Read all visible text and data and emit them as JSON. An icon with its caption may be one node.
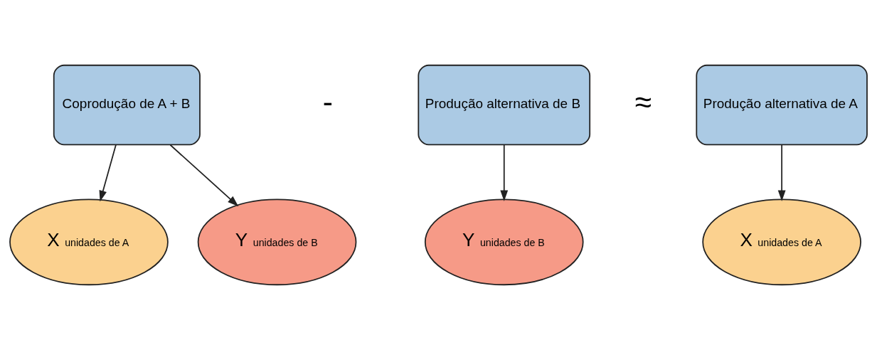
{
  "diagram": {
    "nodes": [
      {
        "text": [
          "Coprodução de A + B"
        ]
      },
      {
        "text": [
          "X",
          "unidades de A"
        ]
      },
      {
        "text": [
          "Y",
          "unidades de B"
        ]
      },
      {
        "text": [
          "Produção alternativa de B"
        ]
      },
      {
        "text": [
          "Y",
          "unidades de B"
        ]
      },
      {
        "text": [
          "Produção alternativa de A"
        ]
      },
      {
        "text": [
          "X",
          "unidades de A"
        ]
      }
    ],
    "edges": [
      {
        "from": 0,
        "to": 1,
        "arrow": "to"
      },
      {
        "from": 0,
        "to": 2,
        "arrow": "to"
      },
      {
        "from": 3,
        "to": 4,
        "arrow": "to"
      },
      {
        "from": 5,
        "to": 6,
        "arrow": "to"
      }
    ],
    "labels": [
      "-",
      "≈"
    ]
  }
}
